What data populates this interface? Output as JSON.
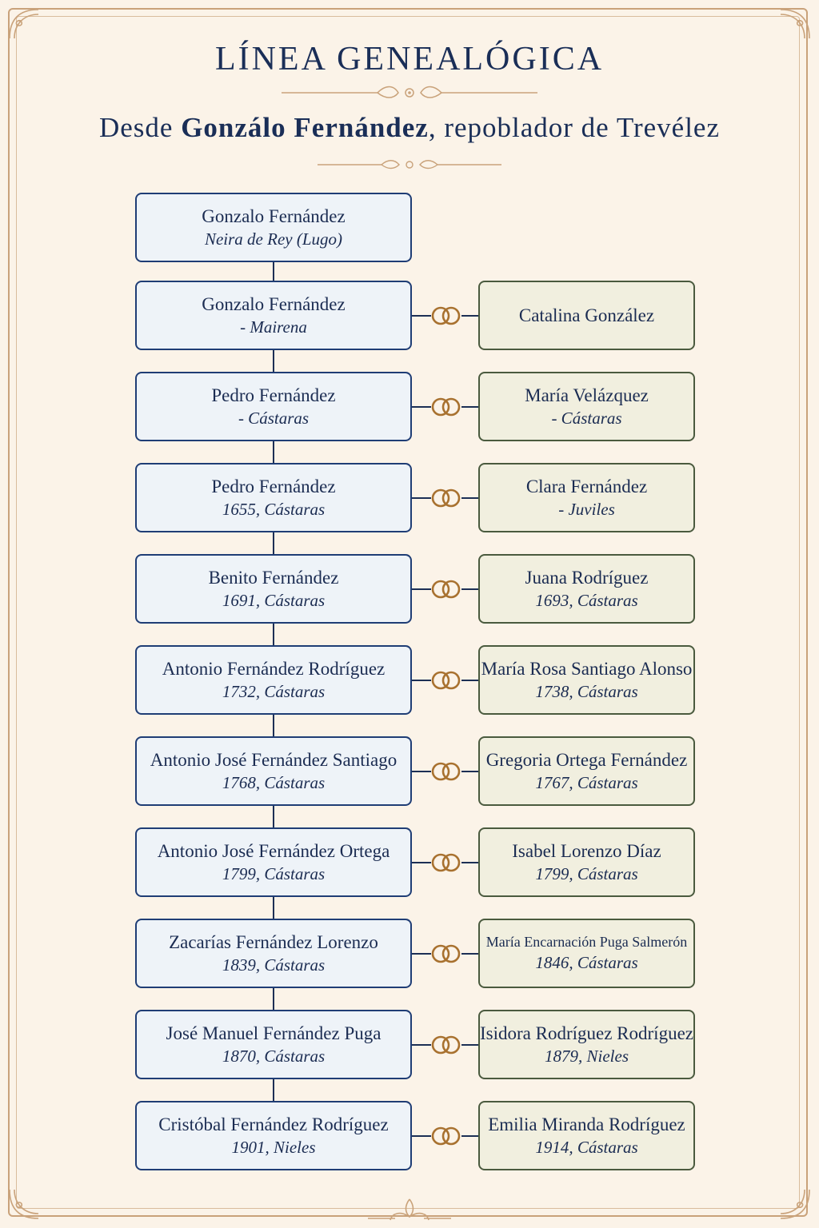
{
  "title": "LÍNEA GENEALÓGICA",
  "subtitle": {
    "prefix": "Desde ",
    "bold": "Gonzálo Fernández",
    "suffix": ", repoblador de Trevélez"
  },
  "colors": {
    "background": "#fbf3e8",
    "ink": "#1c2f55",
    "left_box_fill": "#eef3f8",
    "left_box_border": "#1f3d75",
    "right_box_fill": "#f1efdf",
    "right_box_border": "#4a5a3e",
    "rings": "#a8712f",
    "ornament": "#c9a27a"
  },
  "generations": [
    {
      "name": "Gonzalo Fernández",
      "detail": "Neira de Rey (Lugo)",
      "spouse": null
    },
    {
      "name": "Gonzalo Fernández",
      "detail": "- Mairena",
      "spouse": {
        "name": "Catalina González",
        "detail": ""
      }
    },
    {
      "name": "Pedro Fernández",
      "detail": "- Cástaras",
      "spouse": {
        "name": "María Velázquez",
        "detail": "- Cástaras"
      }
    },
    {
      "name": "Pedro Fernández",
      "detail": "1655, Cástaras",
      "spouse": {
        "name": "Clara Fernández",
        "detail": "- Juviles"
      }
    },
    {
      "name": "Benito Fernández",
      "detail": "1691, Cástaras",
      "spouse": {
        "name": "Juana Rodríguez",
        "detail": "1693, Cástaras"
      }
    },
    {
      "name": "Antonio Fernández Rodríguez",
      "detail": "1732, Cástaras",
      "spouse": {
        "name": "María Rosa Santiago Alonso",
        "detail": "1738, Cástaras"
      }
    },
    {
      "name": "Antonio José Fernández Santiago",
      "detail": "1768, Cástaras",
      "spouse": {
        "name": "Gregoria Ortega Fernández",
        "detail": "1767, Cástaras"
      }
    },
    {
      "name": "Antonio José Fernández Ortega",
      "detail": "1799, Cástaras",
      "spouse": {
        "name": "Isabel Lorenzo Díaz",
        "detail": "1799, Cástaras"
      }
    },
    {
      "name": "Zacarías Fernández Lorenzo",
      "detail": "1839, Cástaras",
      "spouse": {
        "name": "María Encarnación Puga Salmerón",
        "detail": "1846, Cástaras"
      }
    },
    {
      "name": "José Manuel Fernández Puga",
      "detail": "1870, Cástaras",
      "spouse": {
        "name": "Isidora Rodríguez Rodríguez",
        "detail": "1879, Nieles"
      }
    },
    {
      "name": "Cristóbal Fernández Rodríguez",
      "detail": "1901, Nieles",
      "spouse": {
        "name": "Emilia Miranda Rodríguez",
        "detail": "1914, Cástaras"
      }
    }
  ]
}
